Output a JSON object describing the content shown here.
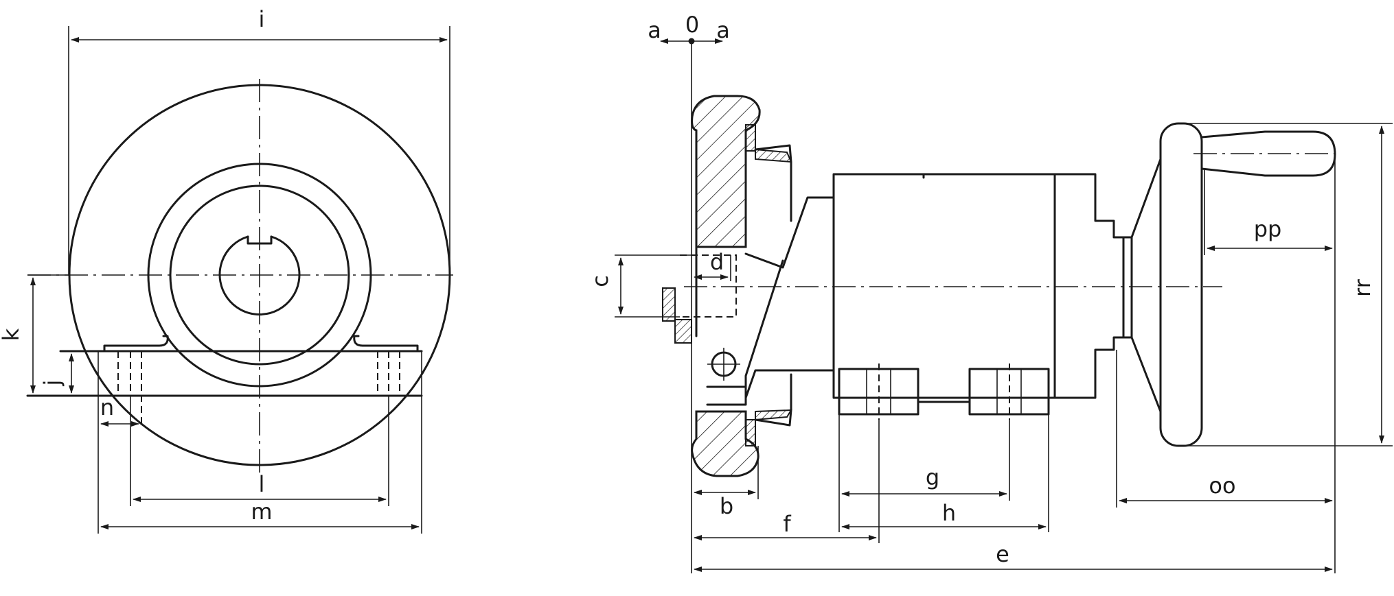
{
  "labels": {
    "i": "i",
    "k": "k",
    "j": "j",
    "n": "n",
    "l": "l",
    "m": "m",
    "a_left": "a",
    "zero": "0",
    "a_right": "a",
    "c": "c",
    "d": "d",
    "b": "b",
    "f": "f",
    "g": "g",
    "h": "h",
    "e": "e",
    "oo": "oo",
    "pp": "pp",
    "rr": "rr"
  },
  "colors": {
    "line": "#1a1a1a",
    "background": "#ffffff"
  }
}
